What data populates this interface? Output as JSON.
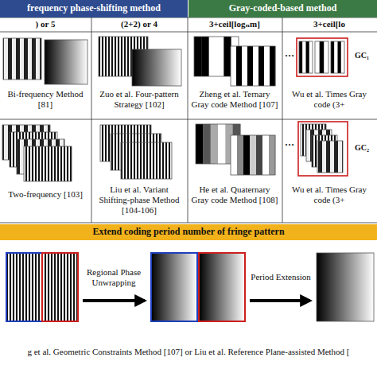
{
  "diagram": {
    "nodes": [
      {
        "text": [
          "frequency phase-shifting method"
        ]
      },
      {
        "text": [
          "Gray-coded-based method"
        ]
      },
      {
        "text": [
          "Extend coding period number of fringe pattern"
        ]
      }
    ],
    "labels": [
      ") or 5",
      "(2+2) or 4",
      "3+ceil[logₙm]",
      "3+ceil[lo",
      "Bi-frequency Method [81]",
      "Zuo et al. Four-pattern Strategy [102]",
      "Zheng et al. Ternary Gray code Method [107]",
      "Wu et al. Times Gray code (3+",
      "Two-frequency [103]",
      "Liu et al. Variant Shifting-phase Method [104-106]",
      "He et al. Quaternary Gray code Method [108]",
      "Wu et al. Times Gray code (3+",
      "…",
      "GC₁",
      "…",
      "GC₂",
      "Regional Phase Unwrapping",
      "Period Extension",
      "g et al. Geometric Constraints Method [107] or Liu et al. Reference Plane-assisted Method ["
    ]
  }
}
